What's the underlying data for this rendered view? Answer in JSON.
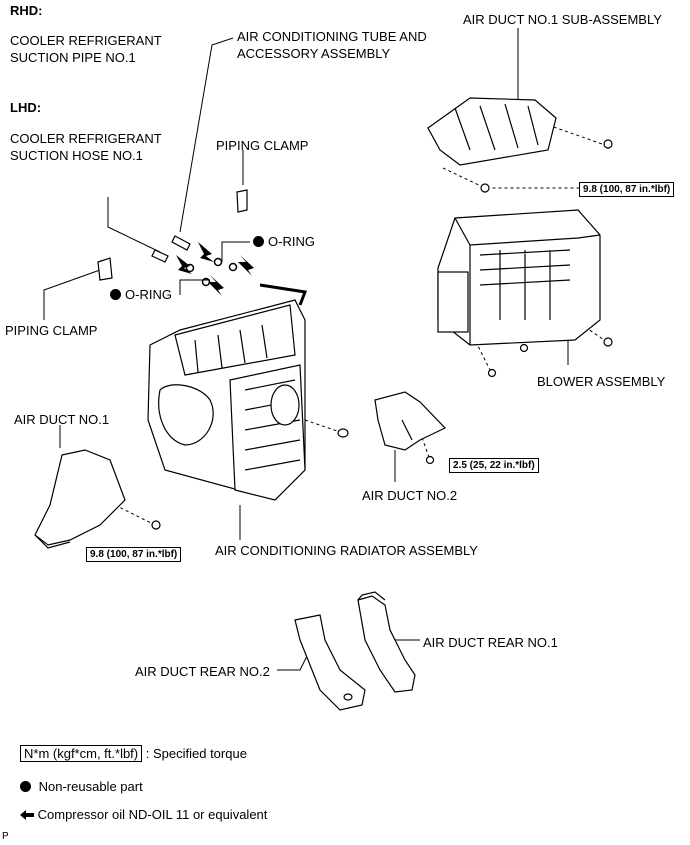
{
  "rhd": {
    "heading": "RHD:",
    "part": [
      "COOLER REFRIGERANT",
      "SUCTION PIPE NO.1"
    ]
  },
  "lhd": {
    "heading": "LHD:",
    "part": [
      "COOLER REFRIGERANT",
      "SUCTION HOSE NO.1"
    ]
  },
  "parts": {
    "ac_tube": [
      "AIR CONDITIONING TUBE AND",
      "ACCESSORY ASSEMBLY"
    ],
    "air_duct_sub": "AIR DUCT NO.1 SUB-ASSEMBLY",
    "piping_clamp_top": "PIPING CLAMP",
    "piping_clamp_left": "PIPING CLAMP",
    "o_ring_right": "O-RING",
    "o_ring_left": "O-RING",
    "blower": "BLOWER ASSEMBLY",
    "air_duct_1": "AIR DUCT NO.1",
    "air_duct_2": "AIR DUCT NO.2",
    "radiator": "AIR CONDITIONING RADIATOR ASSEMBLY",
    "duct_rear_1": "AIR DUCT REAR NO.1",
    "duct_rear_2": "AIR DUCT REAR NO.2"
  },
  "torques": {
    "sub_assembly": "9.8 (100, 87 in.*lbf)",
    "duct_2": "2.5 (25, 22 in.*lbf)",
    "duct_1": "9.8 (100, 87 in.*lbf)"
  },
  "legend": {
    "torque_box": "N*m (kgf*cm, ft.*lbf)",
    "torque_text": ": Specified torque",
    "non_reusable": "Non-reusable part",
    "oil": "Compressor oil ND-OIL 11 or equivalent"
  },
  "corner_code": "P"
}
